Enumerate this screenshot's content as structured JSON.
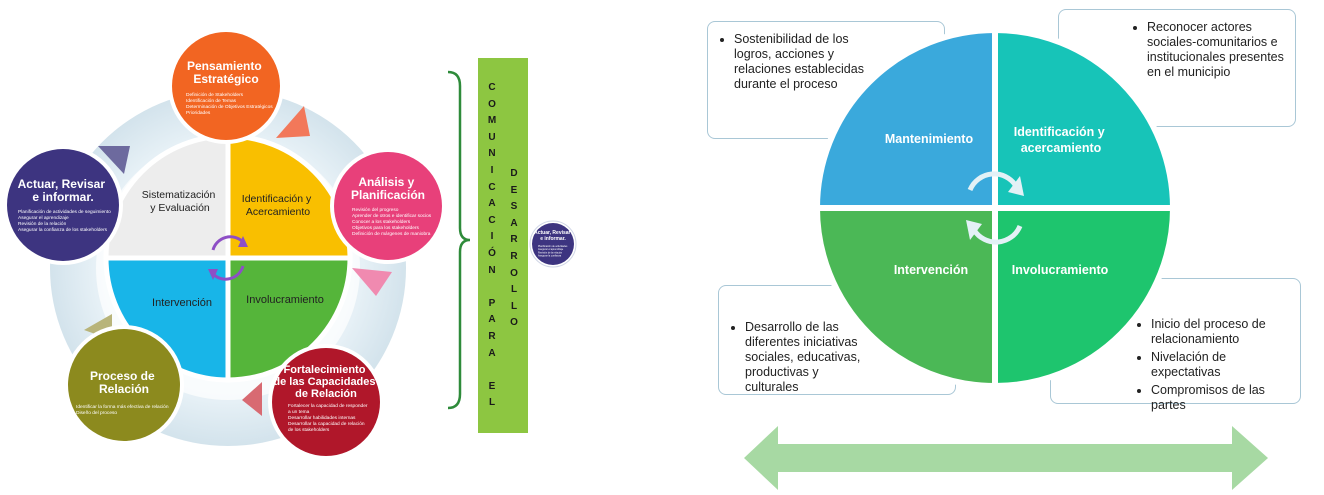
{
  "left_diagram": {
    "outer_nodes": {
      "pensamiento": {
        "title": [
          "Pensamiento",
          "Estratégico"
        ],
        "items": [
          "Definición de Stakeholders",
          "Identificación de Temas",
          "Determinación de Objetivos Estratégicos",
          "Prioridades"
        ],
        "color": "#f26522"
      },
      "analisis": {
        "title": [
          "Análisis y",
          "Planificación"
        ],
        "items": [
          "Revisión del progreso",
          "Aprender de otros e identificar socios",
          "Conocer a los stakeholders",
          "Objetivos para los stakeholders",
          "Definición de márgenes de maniobra"
        ],
        "color": "#e8407a"
      },
      "fortalecimiento": {
        "title": [
          "Fortalecimiento",
          "de las Capacidades",
          "de Relación"
        ],
        "items": [
          "Fortalecer la capacidad de responder",
          "a un tema",
          "Desarrollar habilidades internas",
          "Desarrollar la capacidad de relación",
          "de los stakeholders"
        ],
        "color": "#b0172a"
      },
      "proceso": {
        "title": [
          "Proceso de",
          "Relación"
        ],
        "items": [
          "Identificar la forma más efectiva de relación",
          "Diseño del proceso"
        ],
        "color": "#8c8a1e"
      },
      "actuar": {
        "title": [
          "Actuar, Revisar",
          "e informar."
        ],
        "items": [
          "Planificación de actividades de seguimiento",
          "Asegurar el aprendizaje",
          "Revisión de la relación",
          "Asegurar la confianza de los stakeholders"
        ],
        "color": "#3d3480"
      }
    },
    "quadrants": {
      "sistematizacion": [
        "Sistematización",
        "y Evaluación"
      ],
      "identificacion": [
        "Identificación y",
        "Acercamiento"
      ],
      "intervencion": [
        "Intervención"
      ],
      "involucramiento": [
        "Involucramiento"
      ]
    },
    "small_node": {
      "title": [
        "Actuar, Revisar",
        "e informar."
      ],
      "items": [
        "Planificación de actividades",
        "Asegurar el aprendizaje",
        "Revisión de la relación",
        "Asegurar la confianza"
      ]
    }
  },
  "vertical_banner": {
    "col1": [
      "C",
      "O",
      "M",
      "U",
      "N",
      "I",
      "C",
      "A",
      "C",
      "I",
      "Ó",
      "N",
      "",
      "P",
      "A",
      "R",
      "A",
      "",
      "E",
      "L"
    ],
    "col2": [
      "D",
      "E",
      "S",
      "A",
      "R",
      "R",
      "O",
      "L",
      "L",
      "O"
    ]
  },
  "right_diagram": {
    "quadrants": {
      "mantenimiento": "Mantenimiento",
      "identificacion": [
        "Identificación y",
        "acercamiento"
      ],
      "intervencion": "Intervención",
      "involucramiento": "Involucramiento"
    },
    "boxes": {
      "top_left": [
        "Sostenibilidad de los logros, acciones y relaciones establecidas durante el proceso"
      ],
      "top_right": [
        "Reconocer actores sociales-comunitarios e institucionales presentes en el municipio"
      ],
      "bottom_left": [
        "Desarrollo de las diferentes iniciativas sociales, educativas, productivas y culturales"
      ],
      "bottom_right": [
        "Inicio del proceso de relacionamiento",
        "Nivelación de expectativas",
        "Compromisos de las partes"
      ]
    },
    "colors": {
      "mantenimiento": "#3aa9dc",
      "identificacion": "#17c4b8",
      "intervencion": "#4bb856",
      "involucramiento": "#1ec56e",
      "arrow": "#a7d9a3"
    }
  }
}
